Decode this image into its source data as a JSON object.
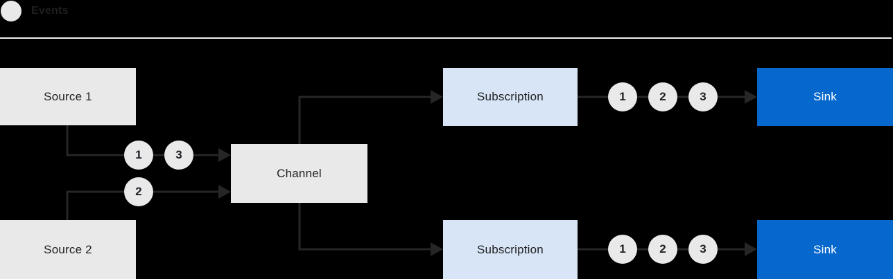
{
  "legend": {
    "icon": "event-circle-icon",
    "label": "Events"
  },
  "nodes": {
    "source1": "Source 1",
    "source2": "Source 2",
    "channel": "Channel",
    "subscription1": "Subscription",
    "subscription2": "Subscription",
    "sink1": "Sink",
    "sink2": "Sink"
  },
  "events": {
    "source1_to_channel": [
      "1",
      "3"
    ],
    "source2_to_channel": [
      "2"
    ],
    "subscription1_to_sink1": [
      "1",
      "2",
      "3"
    ],
    "subscription2_to_sink2": [
      "1",
      "2",
      "3"
    ]
  },
  "colors": {
    "background": "#000000",
    "node_gray": "#e9e9e9",
    "subscription_blue": "#d7e5f7",
    "sink_blue": "#0667cd",
    "connector": "#262626",
    "text_dark": "#1f1f1f",
    "text_light": "#ffffff",
    "divider": "#f0f0f0"
  }
}
